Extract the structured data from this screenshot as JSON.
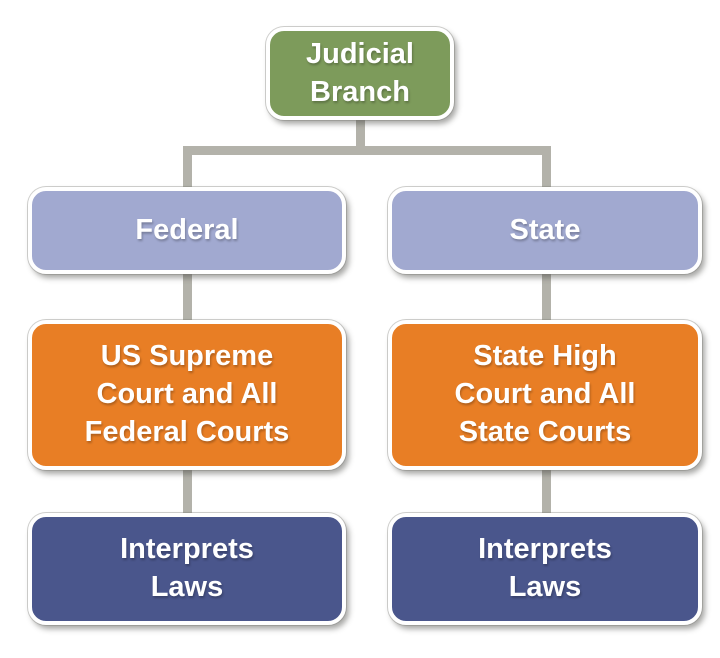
{
  "diagram": {
    "type": "org-chart",
    "root": {
      "label_lines": [
        "Judicial",
        "Branch"
      ]
    },
    "branches": [
      {
        "id": "federal",
        "label": "Federal",
        "court_lines": [
          "US Supreme",
          "Court and All",
          "Federal Courts"
        ],
        "function_lines": [
          "Interprets",
          "Laws"
        ]
      },
      {
        "id": "state",
        "label": "State",
        "court_lines": [
          "State High",
          "Court and All",
          "State Courts"
        ],
        "function_lines": [
          "Interprets",
          "Laws"
        ]
      }
    ],
    "colors": {
      "root": "#7d9b5b",
      "branch": "#a1a9d0",
      "court": "#e87e25",
      "function": "#4a568c",
      "connector": "#b3b2aa"
    }
  }
}
